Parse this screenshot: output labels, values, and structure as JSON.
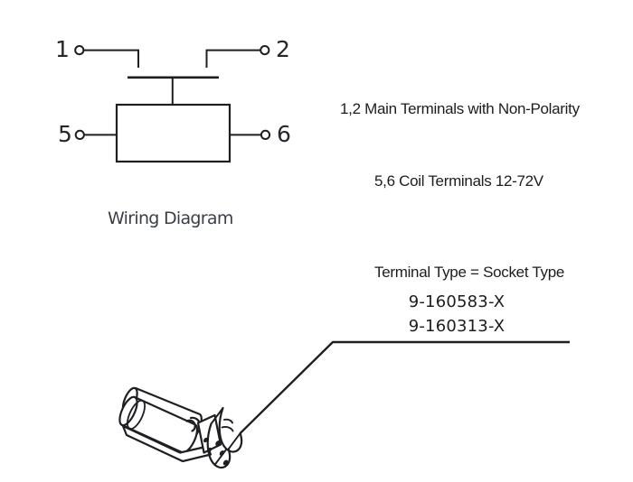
{
  "diagram": {
    "title": "Wiring Diagram",
    "terminals": {
      "t1": "1",
      "t2": "2",
      "t5": "5",
      "t6": "6"
    }
  },
  "notes": {
    "main_terminals": "1,2 Main Terminals with Non-Polarity",
    "coil_terminals": "5,6 Coil Terminals 12-72V"
  },
  "terminal_info": {
    "type_label": "Terminal Type = Socket Type",
    "part_numbers": [
      "9-160583-X",
      "9-160313-X"
    ]
  },
  "colors": {
    "line": "#1f1f23",
    "text": "#1d1d1f",
    "diagram_label": "#3a3f46"
  }
}
